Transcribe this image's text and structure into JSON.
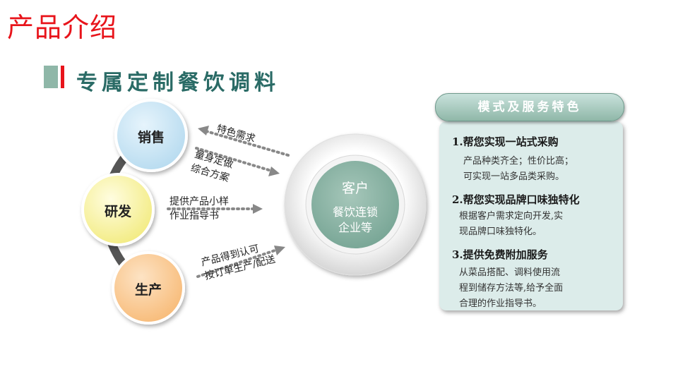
{
  "page": {
    "title": "产品介绍"
  },
  "section": {
    "subtitle": "专属定制餐饮调料"
  },
  "cycle": {
    "nodes": [
      {
        "label": "销售",
        "color": "#cfe8f6"
      },
      {
        "label": "研发",
        "color": "#fbf7a8"
      },
      {
        "label": "生产",
        "color": "#fbcf9c"
      }
    ],
    "arrows": [
      {
        "lines": [
          "特色需求"
        ]
      },
      {
        "lines": [
          "量身定做",
          "综合方案"
        ]
      },
      {
        "lines": [
          "提供产品小样",
          "作业指导书"
        ]
      },
      {
        "lines": [
          "产品得到认可",
          "按订单生产/配送"
        ]
      }
    ],
    "center": {
      "title": "客户",
      "line1": "餐饮连锁",
      "line2": "企业等",
      "color": "#8fb7a8"
    }
  },
  "panel": {
    "header": "模式及服务特色",
    "items": [
      {
        "title": "1.帮您实现一站式采购",
        "body1": "产品种类齐全；性价比高；",
        "body2": "可实现一站多品类采购。"
      },
      {
        "title": "2.帮您实现品牌口味独特化",
        "body1": "根据客户需求定向开发,实",
        "body2": "现品牌口味独特化。"
      },
      {
        "title": "3.提供免费附加服务",
        "body1": "从菜品搭配、调料使用流",
        "body2": "程到储存方法等,给予全面",
        "body3": "合理的作业指导书。"
      }
    ]
  }
}
